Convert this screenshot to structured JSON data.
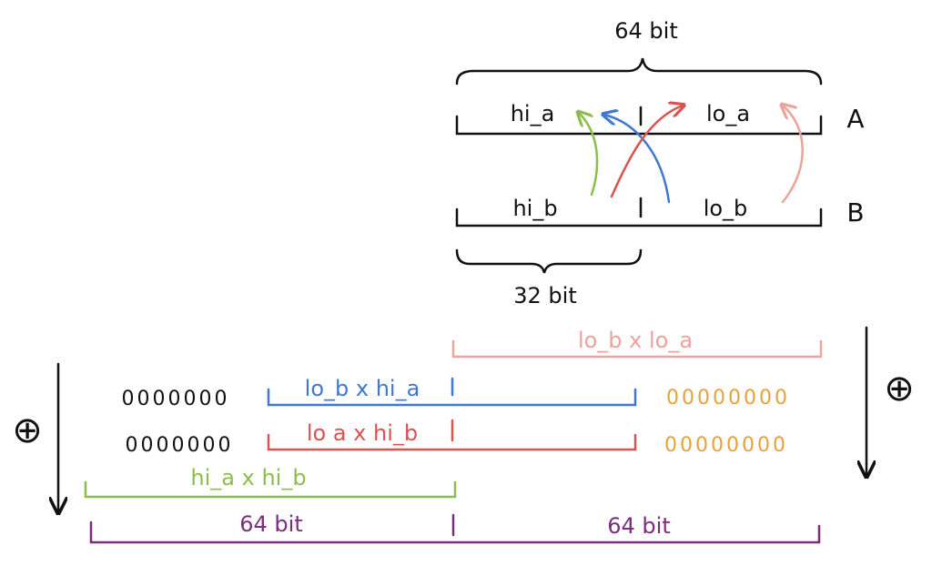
{
  "top": {
    "width_label": "64 bit",
    "half_label": "32 bit",
    "row_a": {
      "hi": "hi_a",
      "lo": "lo_a",
      "name": "A"
    },
    "row_b": {
      "hi": "hi_b",
      "lo": "lo_b",
      "name": "B"
    }
  },
  "products": {
    "lo_lo": "lo_b x lo_a",
    "lo_hi": "lo_b x hi_a",
    "lo_hib": "lo a x hi_b",
    "hi_hi": "hi_a x hi_b"
  },
  "zeros": {
    "left_1": "0000000",
    "left_2": "0000000",
    "right_1": "00000000",
    "right_2": "00000000"
  },
  "result": {
    "left": "64 bit",
    "right": "64 bit"
  },
  "symbols": {
    "xor_left": "⊕",
    "xor_right": "⊕"
  },
  "colors": {
    "black": "#111111",
    "green": "#8dbd4f",
    "blue": "#3f78d0",
    "red": "#d9534f",
    "pink": "#eba39b",
    "orange": "#e6a23c",
    "purple": "#7b2d7e"
  }
}
